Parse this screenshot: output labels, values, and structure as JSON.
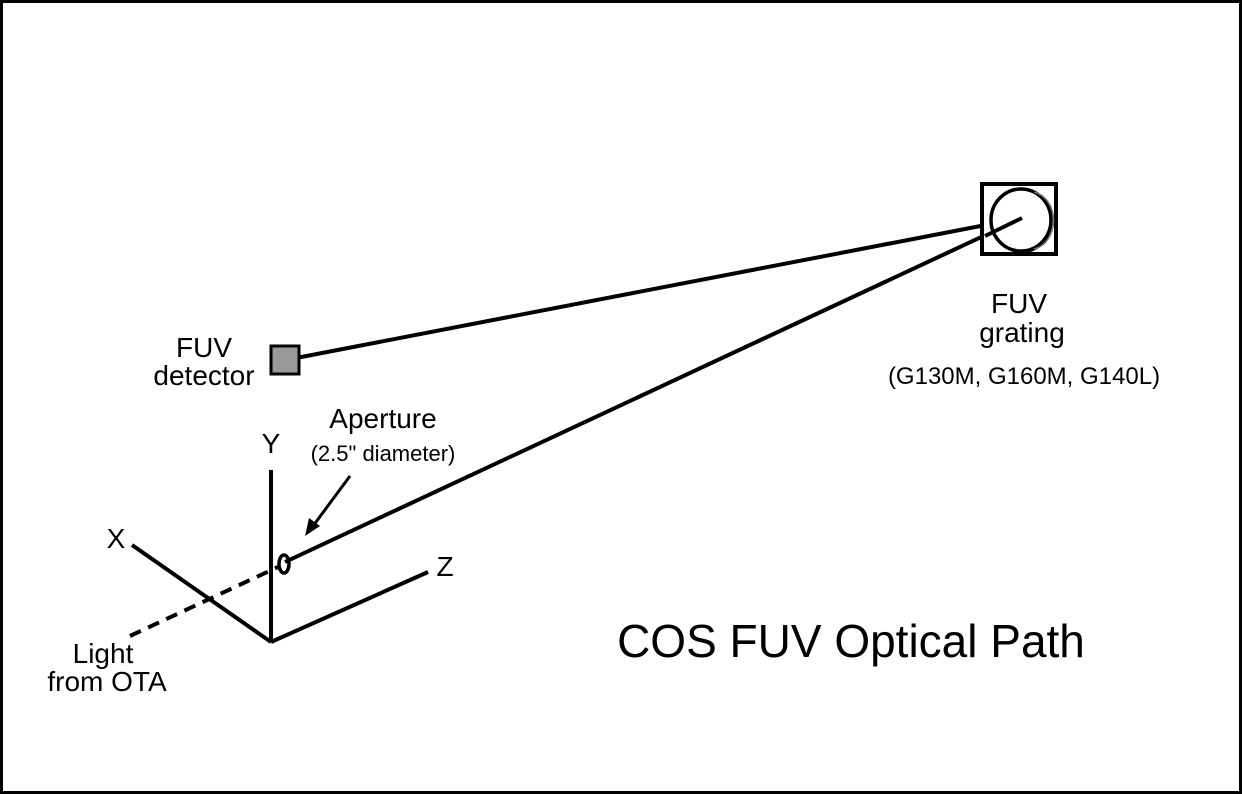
{
  "title": "COS FUV Optical Path",
  "labels": {
    "grating_line1": "FUV",
    "grating_line2": "grating",
    "grating_modes": "(G130M, G160M, G140L)",
    "detector_line1": "FUV",
    "detector_line2": "detector",
    "aperture": "Aperture",
    "aperture_size": "(2.5\" diameter)",
    "axis_x": "X",
    "axis_y": "Y",
    "axis_z": "Z",
    "light_line1": "Light",
    "light_line2": "from OTA"
  },
  "colors": {
    "line": "#000000",
    "detector_fill": "#999999",
    "background": "#ffffff"
  }
}
